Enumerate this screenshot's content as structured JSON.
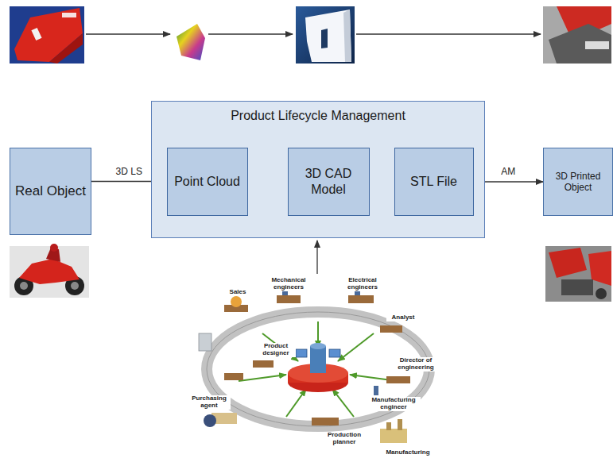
{
  "diagram": {
    "nodes": [
      {
        "text": [
          "Real Object"
        ]
      },
      {
        "text": [
          "Product Lifecycle Management"
        ]
      },
      {
        "text": [
          "Point Cloud"
        ],
        "in": 1
      },
      {
        "text": [
          "3D CAD Model"
        ],
        "in": 1
      },
      {
        "text": [
          "STL File"
        ],
        "in": 1
      },
      {
        "text": [
          "3D Printed Object"
        ]
      }
    ],
    "edges": [
      {
        "from": 0,
        "to": 2,
        "label": "3D LS",
        "arrow": "to"
      },
      {
        "from": 2,
        "to": 3,
        "arrow": "to"
      },
      {
        "from": 3,
        "to": 4,
        "arrow": "to"
      },
      {
        "from": 4,
        "to": 5,
        "label": "AM",
        "arrow": "to"
      }
    ],
    "labels": [
      "Sales",
      "Mechanical engineers",
      "Electrical engineers",
      "Analyst",
      "Product designer",
      "Director of engineering",
      "Manufacturing engineer",
      "Purchasing agent",
      "Production planner",
      "Manufacturing"
    ]
  }
}
